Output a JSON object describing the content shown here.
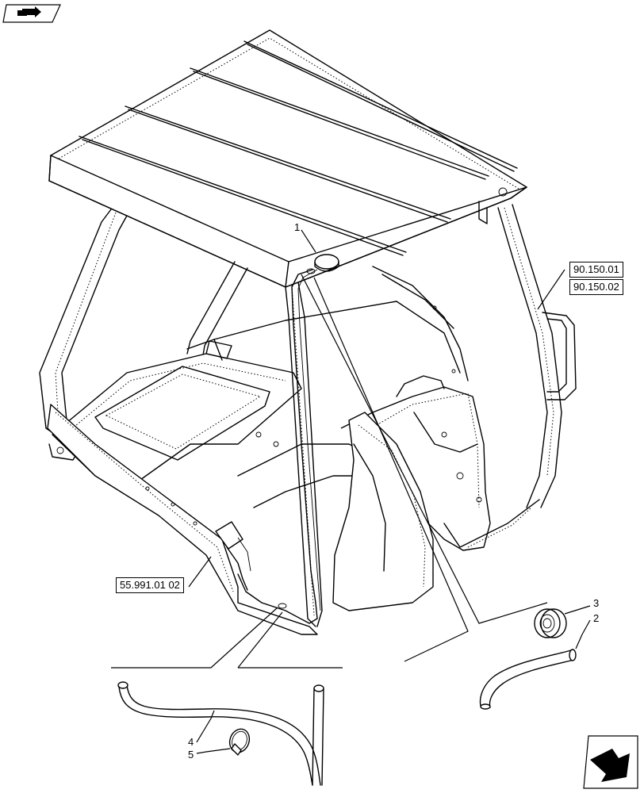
{
  "nav": {
    "top_icon": "book-page-arrow-icon",
    "bottom_icon": "next-page-arrow-icon"
  },
  "references": {
    "ref_a": "90.150.01",
    "ref_b": "90.150.02",
    "ref_c": "55.991.01 02"
  },
  "callouts": {
    "item_1": "1",
    "item_2": "2",
    "item_3": "3",
    "item_4": "4",
    "item_5": "5"
  }
}
